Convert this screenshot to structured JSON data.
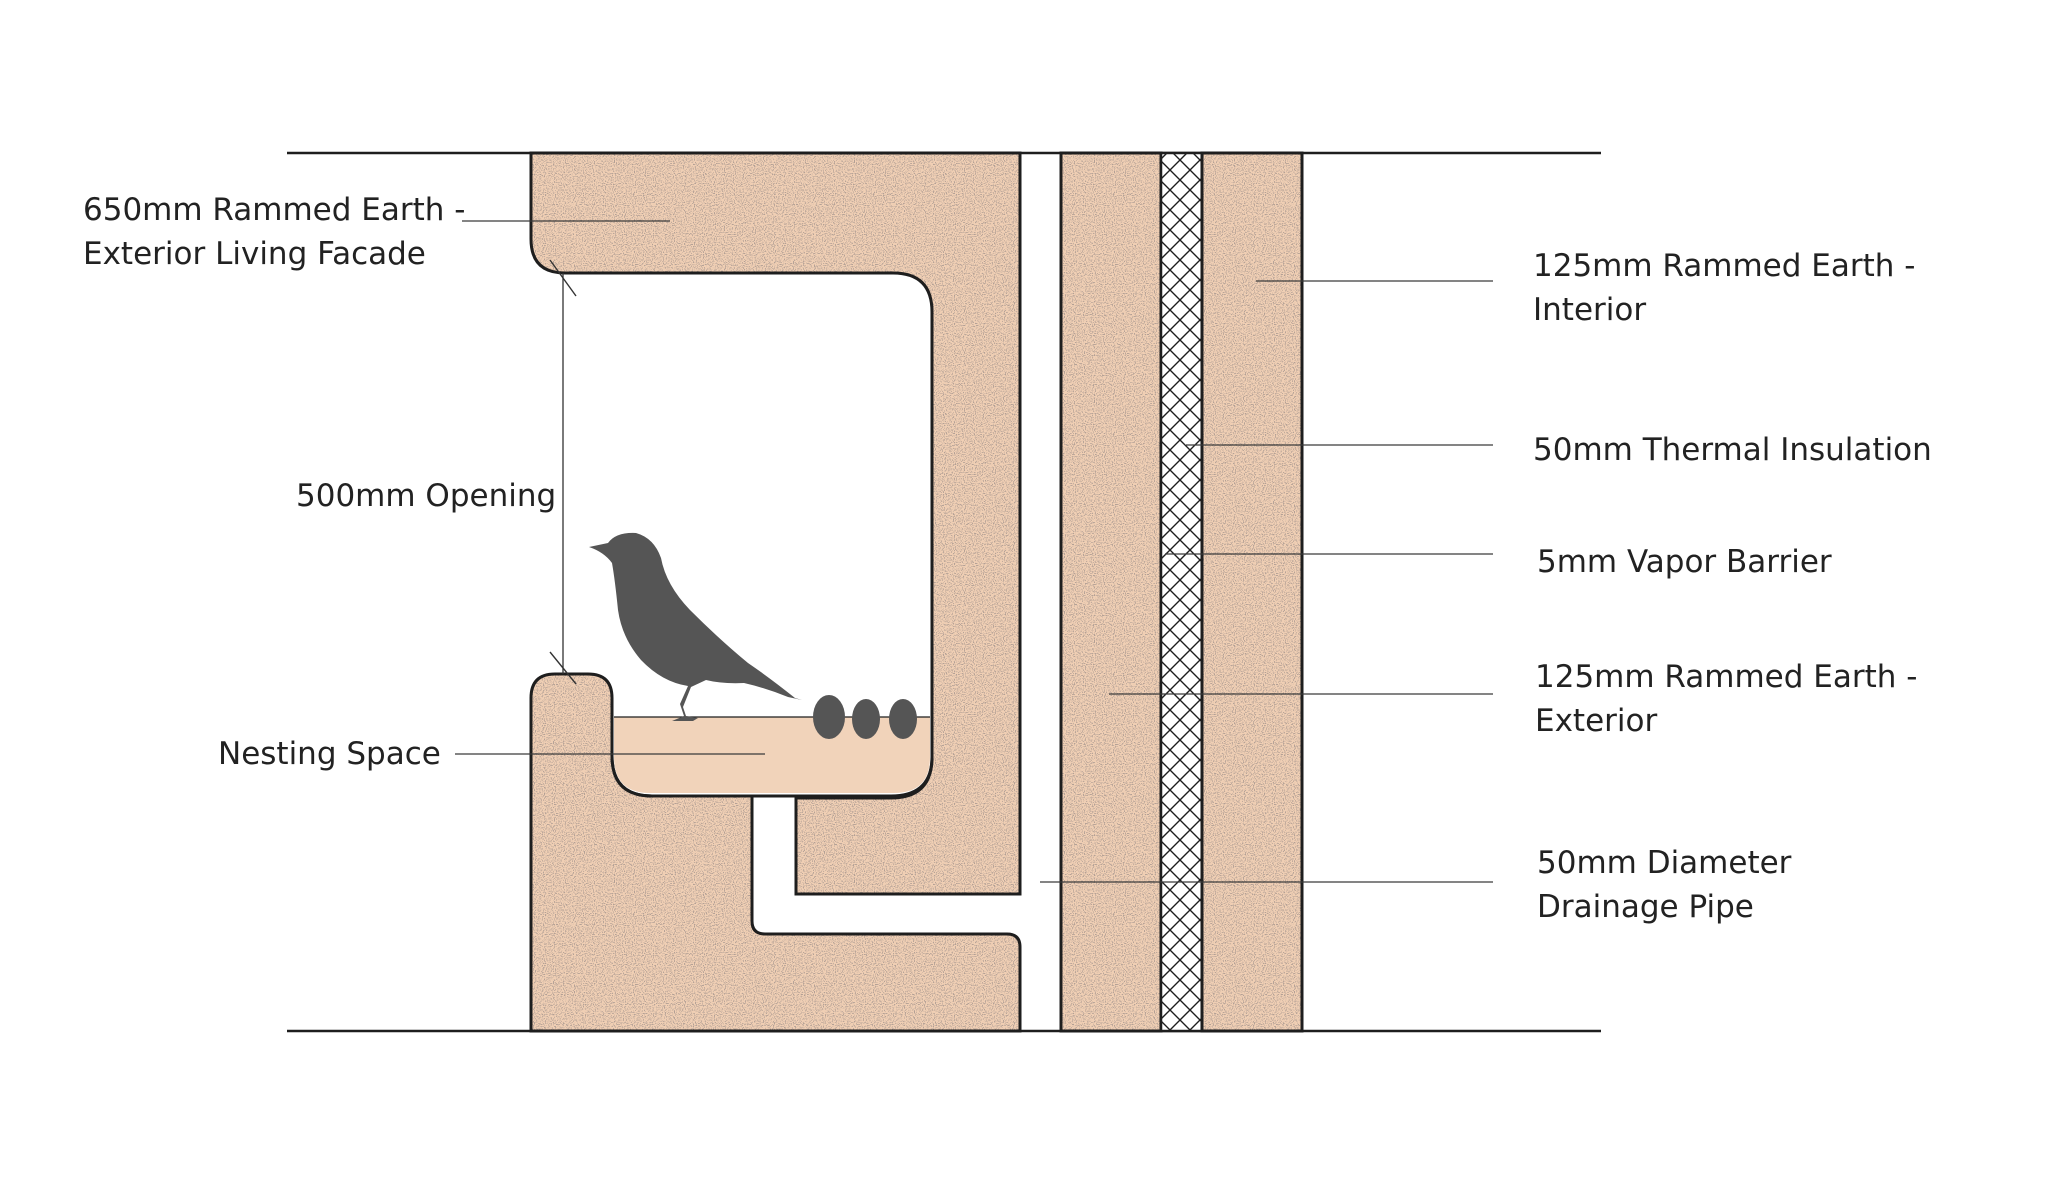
{
  "diagram": {
    "labels": {
      "facade_line1": "650mm Rammed Earth -",
      "facade_line2": "Exterior Living Facade",
      "opening": "500mm Opening",
      "nesting": "Nesting Space",
      "interior_line1": "125mm Rammed Earth -",
      "interior_line2": "Interior",
      "insulation": "50mm Thermal Insulation",
      "vapor": "5mm Vapor Barrier",
      "exterior_line1": "125mm Rammed Earth -",
      "exterior_line2": "Exterior",
      "pipe_line1": "50mm Diameter",
      "pipe_line2": "Drainage Pipe"
    },
    "colors": {
      "earth": "#f0cfb4",
      "earth_speckle": "#8c6f5c",
      "outline": "#1e1e1e",
      "bird": "#555555",
      "eggs": "#555555",
      "nest_fill": "#f1d3ba"
    },
    "icons": {
      "bird": "bird-silhouette-icon",
      "eggs": "egg-icon"
    },
    "egg_count": 3
  }
}
